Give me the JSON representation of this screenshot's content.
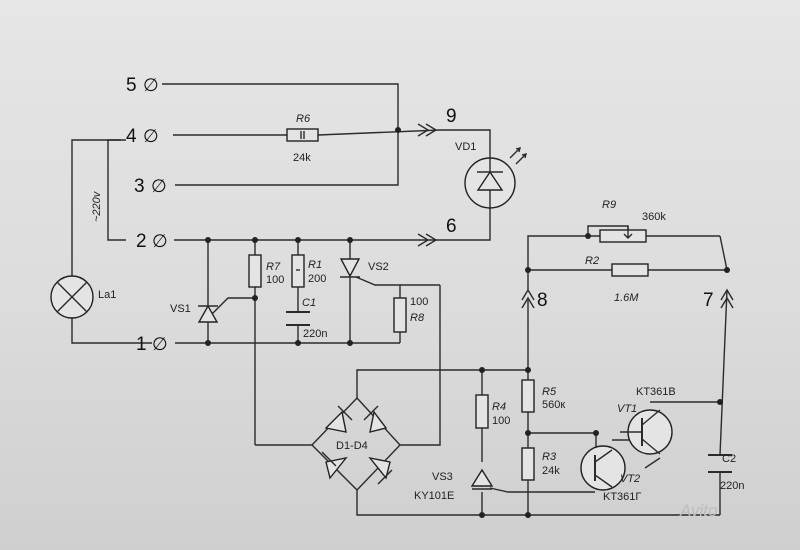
{
  "terminals": [
    {
      "number": "5",
      "symbol": "∅"
    },
    {
      "number": "4",
      "symbol": "∅"
    },
    {
      "number": "3",
      "symbol": "∅"
    },
    {
      "number": "2",
      "symbol": "∅"
    },
    {
      "number": "1",
      "symbol": "∅"
    }
  ],
  "connectors": {
    "c9": "9",
    "c6": "6",
    "c8": "8",
    "c7": "7"
  },
  "voltage_label": "~220v",
  "components": {
    "R6": {
      "name": "R6",
      "value": "24k"
    },
    "VD1": {
      "name": "VD1"
    },
    "La1": {
      "name": "La1"
    },
    "VS1": {
      "name": "VS1"
    },
    "R7": {
      "name": "R7",
      "value": "100"
    },
    "R1": {
      "name": "R1",
      "value": "200"
    },
    "C1": {
      "name": "C1",
      "value": "220n"
    },
    "VS2": {
      "name": "VS2"
    },
    "R8": {
      "name": "R8",
      "value": "100"
    },
    "R9": {
      "name": "R9",
      "value": "360k"
    },
    "R2": {
      "name": "R2",
      "value": "1.6M"
    },
    "D1": {
      "name": "D1-D4"
    },
    "R4": {
      "name": "R4",
      "value": "100"
    },
    "R5": {
      "name": "R5",
      "value": "560к"
    },
    "R3": {
      "name": "R3",
      "value": "24k"
    },
    "VS3": {
      "name": "VS3",
      "part": "KY101E"
    },
    "VT1": {
      "name": "VT1",
      "part": "KT361B"
    },
    "VT2": {
      "name": "VT2",
      "part": "KT361Г"
    },
    "C2": {
      "name": "C2",
      "value": "220n"
    }
  },
  "watermark": "Avito"
}
